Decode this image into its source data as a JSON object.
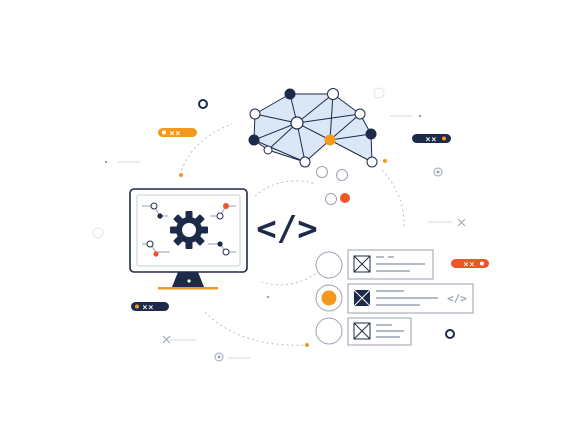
{
  "colors": {
    "navy": "#1e2a4a",
    "orange": "#f39a1e",
    "red_orange": "#f0552a",
    "light_blue": "#dbe7f6",
    "gray_line": "#c9ced8",
    "dot_gray": "#9aa3b2"
  },
  "pills": [
    {
      "id": "top-left",
      "text": "××",
      "theme": "orange"
    },
    {
      "id": "top-right",
      "text": "××",
      "theme": "navy"
    },
    {
      "id": "bottom-left",
      "text": "××",
      "theme": "navy"
    },
    {
      "id": "right",
      "text": "××",
      "theme": "red_orange"
    }
  ],
  "code_symbol": "</>",
  "small_code_symbol": "</>",
  "icons": {
    "monitor": "monitor-icon",
    "gear": "gear-icon",
    "network": "neural-network-icon",
    "list_card": "list-card-icon"
  }
}
